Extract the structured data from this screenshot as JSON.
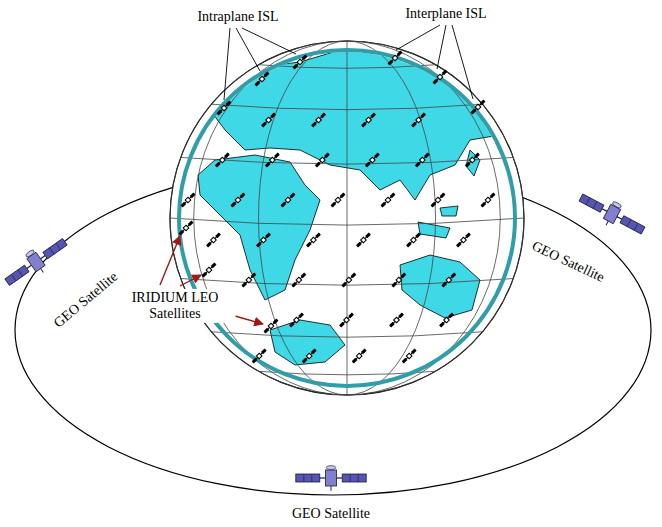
{
  "diagram": {
    "labels": [
      "Intraplane ISL",
      "Interplane ISL",
      "GEO Satellite",
      "GEO Satellite",
      "IRIDIUM LEO Satellites",
      "GEO Satellite"
    ]
  }
}
